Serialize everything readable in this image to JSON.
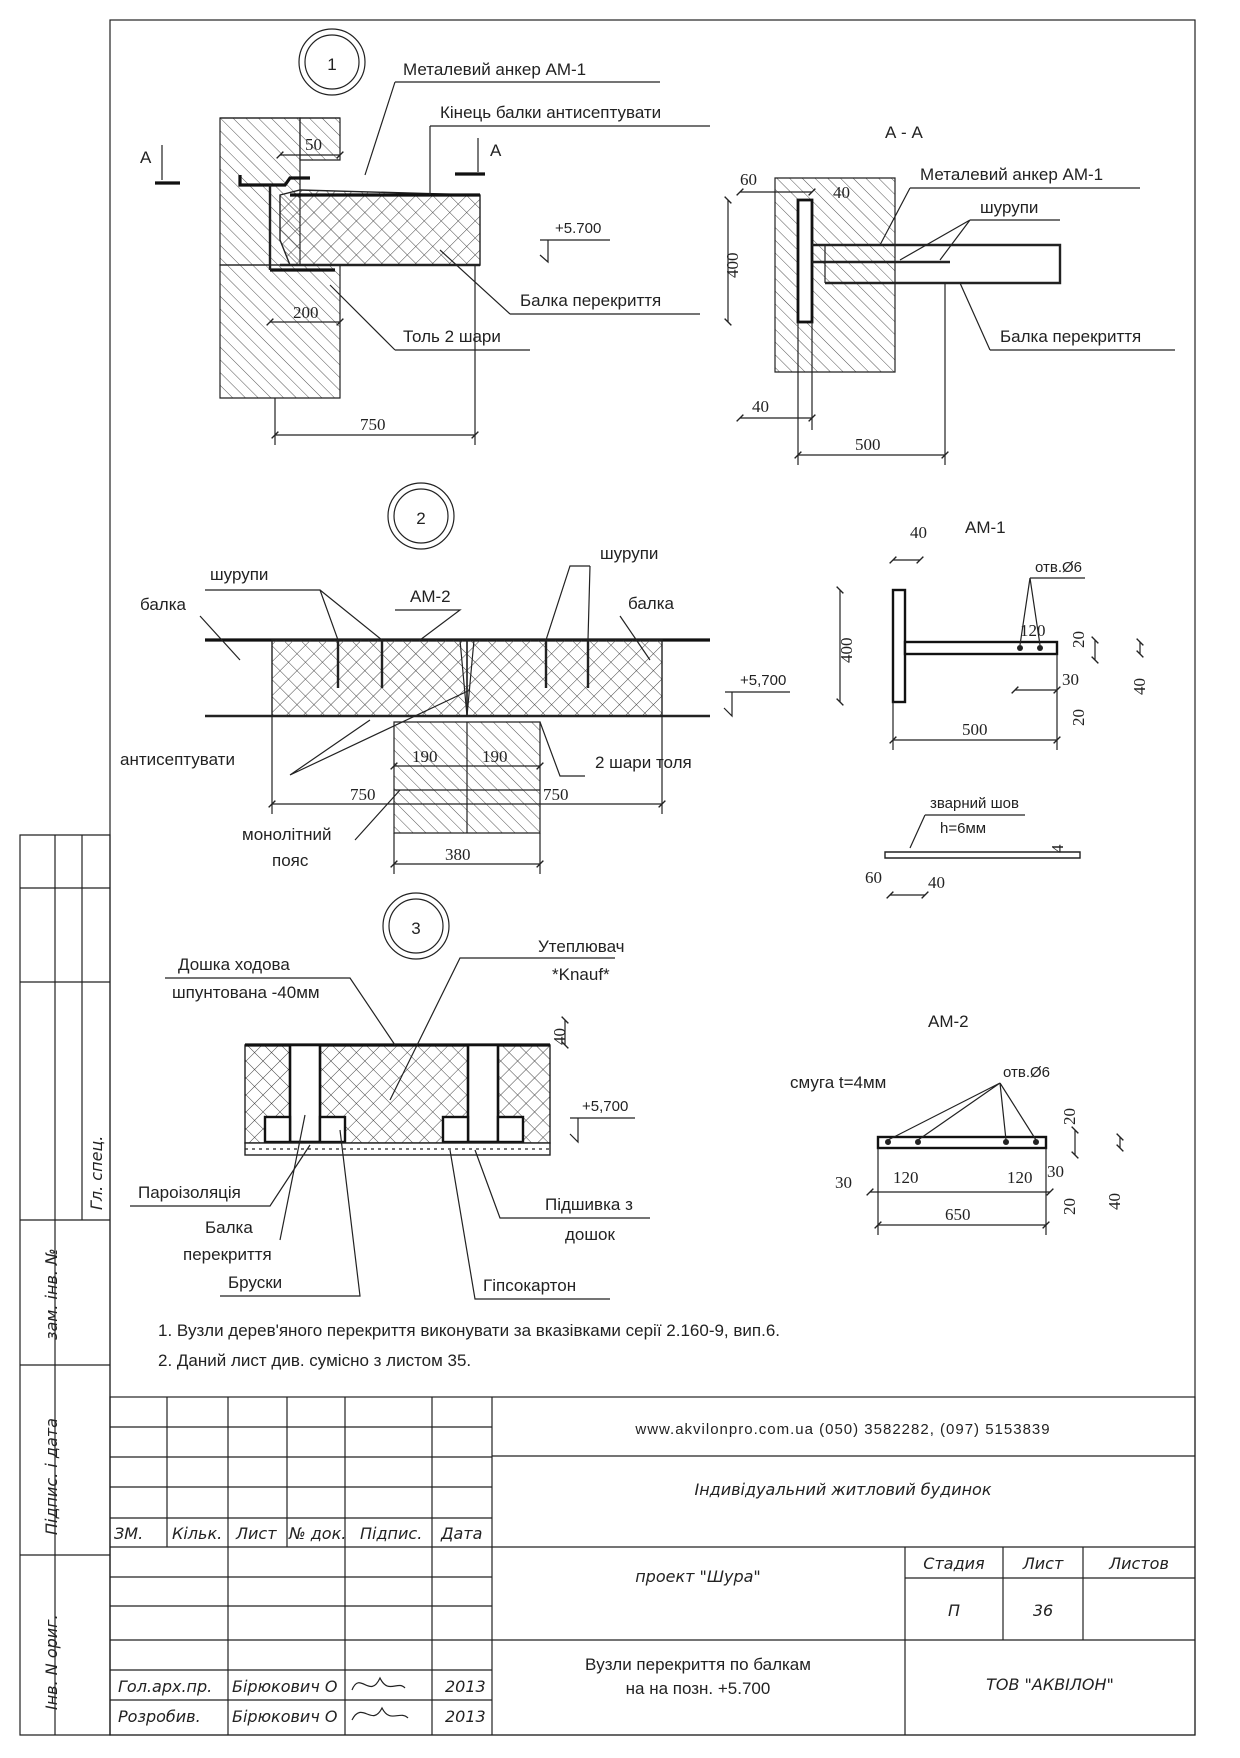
{
  "detail1": {
    "number": "1",
    "anchor_label": "Металевий анкер АМ-1",
    "beam_end_label": "Кінець балки антисептувати",
    "beam_label": "Балка  перекриття",
    "roofing_label": "Толь 2 шари",
    "level": "+5.700",
    "dim_50": "50",
    "dim_200": "200",
    "dim_750": "750",
    "section_mark": "А"
  },
  "sectionAA": {
    "title": "А - А",
    "anchor_label": "Металевий анкер АМ-1",
    "screws_label": "шурупи",
    "beam_label": "Балка  перекриття",
    "dim_60": "60",
    "dim_40_top": "40",
    "dim_400": "400",
    "dim_40_bottom": "40",
    "dim_500": "500"
  },
  "detail2": {
    "number": "2",
    "screws_left": "шурупи",
    "screws_right": "шурупи",
    "am2_label": "АМ-2",
    "beam_left": "балка",
    "beam_right": "балка",
    "level": "+5,700",
    "antiseptic": "антисептувати",
    "roofing": "2 шари толя",
    "dim_190_a": "190",
    "dim_190_b": "190",
    "dim_750_a": "750",
    "dim_750_b": "750",
    "dim_380": "380",
    "belt_line1": "монолітний",
    "belt_line2": "пояс"
  },
  "am1": {
    "title": "АМ-1",
    "dim_40": "40",
    "hole": "отв.Ø6",
    "dim_400": "400",
    "dim_20_a": "20",
    "dim_120": "120",
    "dim_30": "30",
    "dim_20_b": "20",
    "dim_40_b": "40",
    "dim_500": "500"
  },
  "weld": {
    "label": "зварний шов",
    "h": "h=6мм",
    "dim_4": "4",
    "dim_60": "60",
    "dim_40": "40"
  },
  "detail3": {
    "number": "3",
    "deck_line1": "Дошка ходова",
    "deck_line2": "шпунтована -40мм",
    "insul_line1": "Утеплювач",
    "insul_line2": "*Knauf*",
    "dim_40": "40",
    "level": "+5,700",
    "vapor": "Пароізоляція",
    "beam_line1": "Балка",
    "beam_line2": "перекриття",
    "bars": "Бруски",
    "lining_line1": "Підшивка з",
    "lining_line2": "дошок",
    "drywall": "Гіпсокартон"
  },
  "am2": {
    "title": "АМ-2",
    "strip": "смуга t=4мм",
    "hole": "отв.Ø6",
    "dim_20_top": "20",
    "dim_30_l": "30",
    "dim_120_l": "120",
    "dim_120_r": "120",
    "dim_30_r": "30",
    "dim_20_bot": "20",
    "dim_40": "40",
    "dim_650": "650"
  },
  "notes": [
    "1. Вузли дерев'яного перекриття  виконувати за вказівками серії 2.160-9, вип.6.",
    "2. Даний лист див. сумісно з листом 35."
  ],
  "side_stamp": {
    "main_spec": "Гл. спец.",
    "replaced": "зам. інв. №",
    "signed_date": "Підпис. і дата",
    "orig": "Інв. N ориг."
  },
  "title_block": {
    "website": "www.akvilonpro.com.ua (050) 3582282, (097) 5153839",
    "building": "Індивідуальний житловий будинок",
    "project": "проект  \"Шура\"",
    "drawing": "Вузли перекриття по балкам",
    "drawing2": "на на позн. +5.700",
    "company": "ТОВ  \"АКВІЛОН\"",
    "col_zm": "ЗМ.",
    "col_qty": "Кільк.",
    "col_sheet": "Лист",
    "col_doc": "№ док.",
    "col_sign": "Підпис.",
    "col_date": "Дата",
    "stage_label": "Стадия",
    "sheet_label": "Лист",
    "sheets_label": "Листов",
    "stage": "П",
    "sheet": "36",
    "people": [
      {
        "role": "Гол.арх.пр.",
        "name": "Бірюкович О",
        "date": "2013"
      },
      {
        "role": "Розробив.",
        "name": "Бірюкович О",
        "date": "2013"
      }
    ]
  }
}
